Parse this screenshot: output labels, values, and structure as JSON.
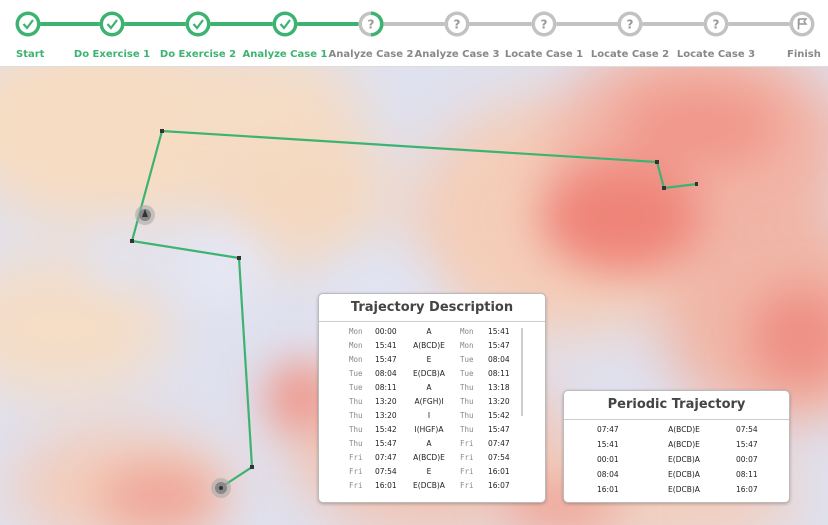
{
  "progress": {
    "steps": [
      {
        "label": "Start",
        "status": "done"
      },
      {
        "label": "Do Exercise 1",
        "status": "done"
      },
      {
        "label": "Do Exercise 2",
        "status": "done"
      },
      {
        "label": "Analyze Case 1",
        "status": "done"
      },
      {
        "label": "Analyze Case 2",
        "status": "current"
      },
      {
        "label": "Analyze Case 3",
        "status": "todo"
      },
      {
        "label": "Locate Case 1",
        "status": "todo"
      },
      {
        "label": "Locate Case 2",
        "status": "todo"
      },
      {
        "label": "Locate Case 3",
        "status": "todo"
      },
      {
        "label": "Finish",
        "status": "todo"
      }
    ],
    "current_step_fill": 0.5,
    "icons": {
      "done": "check-icon",
      "todo": "question-icon",
      "finish": "flag-icon"
    },
    "colors": {
      "done": "#3cb371",
      "todo": "#c2c2c2"
    }
  },
  "map": {
    "colors": {
      "trajectory": "#3cb371",
      "hot": "#ef7f78",
      "warm": "#f7e0c8",
      "cool": "#dfe2f0"
    },
    "markers": [
      "location-pin-icon",
      "location-pin-icon"
    ]
  },
  "trajectory_description": {
    "title": "Trajectory Description",
    "rows": [
      [
        "Mon",
        "00:00",
        "A",
        "Mon",
        "15:41"
      ],
      [
        "Mon",
        "15:41",
        "A(BCD)E",
        "Mon",
        "15:47"
      ],
      [
        "Mon",
        "15:47",
        "E",
        "Tue",
        "08:04"
      ],
      [
        "Tue",
        "08:04",
        "E(DCB)A",
        "Tue",
        "08:11"
      ],
      [
        "Tue",
        "08:11",
        "A",
        "Thu",
        "13:18"
      ],
      [
        "Thu",
        "13:20",
        "A(FGH)I",
        "Thu",
        "13:20"
      ],
      [
        "Thu",
        "13:20",
        "I",
        "Thu",
        "15:42"
      ],
      [
        "Thu",
        "15:42",
        "I(HGF)A",
        "Thu",
        "15:47"
      ],
      [
        "Thu",
        "15:47",
        "A",
        "Fri",
        "07:47"
      ],
      [
        "Fri",
        "07:47",
        "A(BCD)E",
        "Fri",
        "07:54"
      ],
      [
        "Fri",
        "07:54",
        "E",
        "Fri",
        "16:01"
      ],
      [
        "Fri",
        "16:01",
        "E(DCB)A",
        "Fri",
        "16:07"
      ]
    ]
  },
  "periodic_trajectory": {
    "title": "Periodic Trajectory",
    "rows": [
      [
        "07:47",
        "A(BCD)E",
        "07:54"
      ],
      [
        "15:41",
        "A(BCD)E",
        "15:47"
      ],
      [
        "00:01",
        "E(DCB)A",
        "00:07"
      ],
      [
        "08:04",
        "E(DCB)A",
        "08:11"
      ],
      [
        "16:01",
        "E(DCB)A",
        "16:07"
      ]
    ]
  }
}
